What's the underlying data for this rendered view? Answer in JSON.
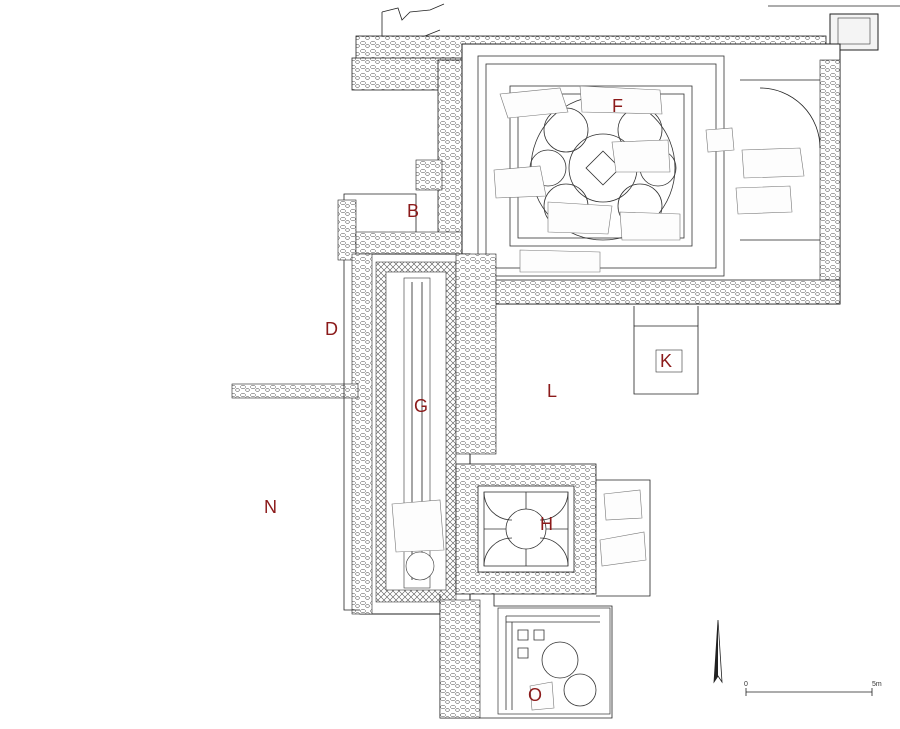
{
  "rooms": [
    {
      "id": "B",
      "label": "B"
    },
    {
      "id": "D",
      "label": "D"
    },
    {
      "id": "F",
      "label": "F"
    },
    {
      "id": "G",
      "label": "G"
    },
    {
      "id": "H",
      "label": "H"
    },
    {
      "id": "K",
      "label": "K"
    },
    {
      "id": "L",
      "label": "L"
    },
    {
      "id": "N",
      "label": "N"
    },
    {
      "id": "O",
      "label": "O"
    }
  ],
  "scale": {
    "start": "0",
    "end": "5m"
  },
  "colors": {
    "label": "#8b1a1a",
    "line": "#222222"
  },
  "icons": {
    "north": "north-arrow-icon"
  }
}
